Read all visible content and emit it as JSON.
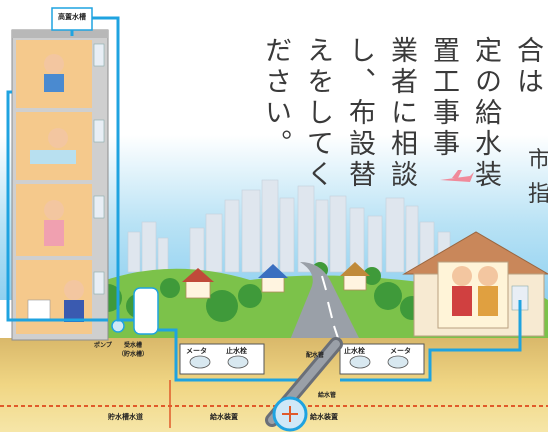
{
  "text_lines": [
    "合は",
    "定の給水装",
    "置工事事",
    "業者に相談",
    "し、布設替",
    "えをしてく",
    "ださい。"
  ],
  "text_right_edge": [
    "市",
    "指"
  ],
  "labels": {
    "roof_tank": "高置水槽",
    "pump": "ポンプ",
    "receiving_tank": "受水槽",
    "storage_tank_note": "（貯水槽）",
    "storage_system": "貯水槽水道",
    "water_supply_system_left": "給水装置",
    "water_supply_system_right": "給水装置",
    "meter_left": "メータ",
    "stop_valve_left": "止水栓",
    "stop_valve_right": "止水栓",
    "meter_right": "メータ",
    "distribution_main": "配水管",
    "service_pipe": "給水管"
  },
  "colors": {
    "pipe": "#1fa3e0",
    "sky_top": "#ffffff",
    "sky_bottom": "#8fd0f0",
    "ground": "#e8c86a",
    "building": "#c9c9c9",
    "boundary_line": "#e05a2a"
  }
}
